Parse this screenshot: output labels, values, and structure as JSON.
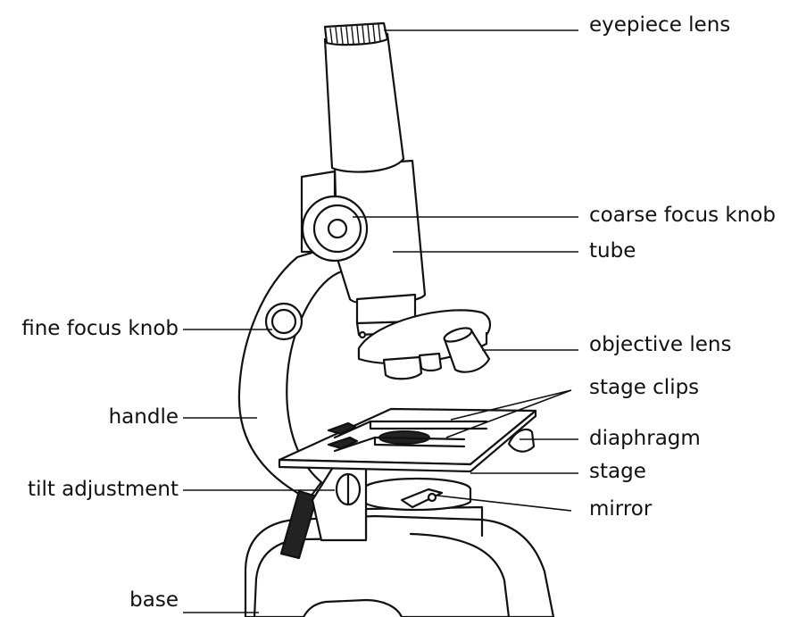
{
  "labels": {
    "eyepiece_lens": "eyepiece lens",
    "coarse_focus_knob": "coarse focus knob",
    "tube": "tube",
    "objective_lens": "objective lens",
    "stage_clips": "stage clips",
    "diaphragm": "diaphragm",
    "stage": "stage",
    "mirror": "mirror",
    "fine_focus_knob": "fine focus knob",
    "handle": "handle",
    "tilt_adjustment": "tilt adjustment",
    "base": "base"
  }
}
